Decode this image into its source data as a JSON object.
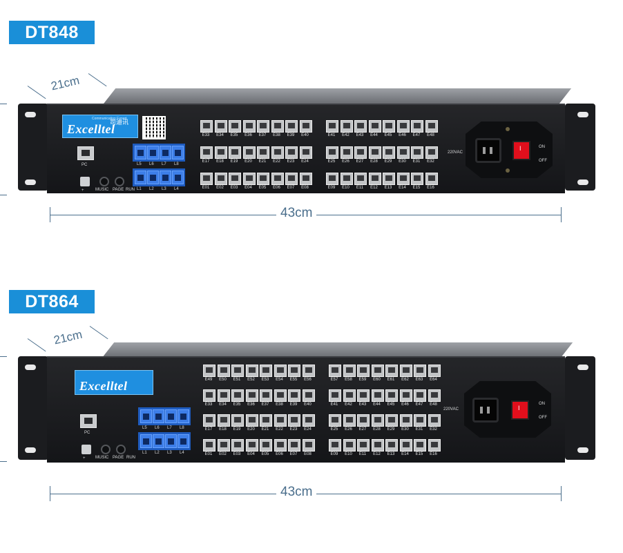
{
  "products": [
    {
      "model": "DT848",
      "depth": "21cm",
      "width": "43cm",
      "brand": "Excelltel",
      "brand_sub": "Communication Expert",
      "brand_cn": "司迪讯",
      "pc_label": "PC",
      "aux_labels": [
        "MUSIC",
        "PAGE",
        "RUN"
      ],
      "line_top_labels": [
        "L5",
        "L6",
        "L7",
        "L8"
      ],
      "line_bottom_labels": [
        "L1",
        "L2",
        "L3",
        "L4"
      ],
      "extension_rows": [
        [
          "E33",
          "E34",
          "E35",
          "E36",
          "E37",
          "E38",
          "E39",
          "E40",
          "E41",
          "E42",
          "E43",
          "E44",
          "E45",
          "E46",
          "E47",
          "E48"
        ],
        [
          "E17",
          "E18",
          "E19",
          "E20",
          "E21",
          "E22",
          "E23",
          "E24",
          "E25",
          "E26",
          "E27",
          "E28",
          "E29",
          "E30",
          "E31",
          "E32"
        ],
        [
          "E01",
          "E02",
          "E03",
          "E04",
          "E05",
          "E06",
          "E07",
          "E08",
          "E09",
          "E10",
          "E11",
          "E12",
          "E13",
          "E14",
          "E15",
          "E16"
        ]
      ],
      "power_label": "220VAC",
      "switch_on": "ON",
      "switch_off": "OFF"
    },
    {
      "model": "DT864",
      "depth": "21cm",
      "width": "43cm",
      "brand": "Excelltel",
      "pc_label": "PC",
      "aux_labels": [
        "MUSIC",
        "PAGE",
        "RUN"
      ],
      "line_top_labels": [
        "L5",
        "L6",
        "L7",
        "L8"
      ],
      "line_bottom_labels": [
        "L1",
        "L2",
        "L3",
        "L4"
      ],
      "extension_rows": [
        [
          "E49",
          "E50",
          "E51",
          "E52",
          "E53",
          "E54",
          "E55",
          "E56",
          "E57",
          "E58",
          "E59",
          "E60",
          "E61",
          "E62",
          "E63",
          "E64"
        ],
        [
          "E33",
          "E34",
          "E35",
          "E36",
          "E37",
          "E38",
          "E39",
          "E40",
          "E41",
          "E42",
          "E43",
          "E44",
          "E45",
          "E46",
          "E47",
          "E48"
        ],
        [
          "E17",
          "E18",
          "E19",
          "E20",
          "E21",
          "E22",
          "E23",
          "E24",
          "E25",
          "E26",
          "E27",
          "E28",
          "E29",
          "E30",
          "E31",
          "E32"
        ],
        [
          "E01",
          "E02",
          "E03",
          "E04",
          "E05",
          "E06",
          "E07",
          "E08",
          "E09",
          "E10",
          "E11",
          "E12",
          "E13",
          "E14",
          "E15",
          "E16"
        ]
      ],
      "power_label": "220VAC",
      "switch_on": "ON",
      "switch_off": "OFF"
    }
  ],
  "colors": {
    "tag": "#1a8fd8",
    "dimension": "#4a6e8c",
    "chassis": "#1b1c1f",
    "line_ports": "#1f5cc0"
  },
  "icons": [
    "rj45-port-icon",
    "audio-jack-icon",
    "power-inlet-icon",
    "rocker-switch-icon",
    "qr-code-icon"
  ]
}
